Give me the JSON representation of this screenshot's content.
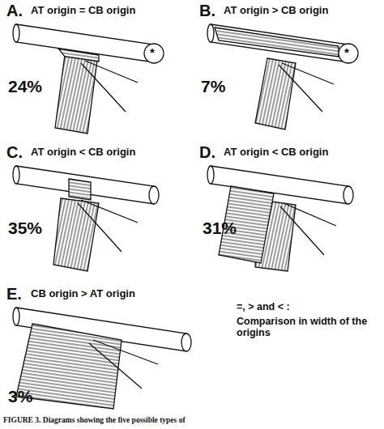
{
  "diagram": {
    "caption": "FIGURE 3. Diagrams showing the five possible types of",
    "labels": [
      "A.",
      "AT origin = CB origin",
      "*",
      "24%",
      "B.",
      "AT origin > CB origin",
      "*",
      "7%",
      "C.",
      "AT origin < CB origin",
      "35%",
      "D.",
      "AT origin < CB origin",
      "31%",
      "E.",
      "CB origin > AT origin",
      "3%",
      "=, > and < :",
      "Comparison in width of the origins"
    ]
  }
}
